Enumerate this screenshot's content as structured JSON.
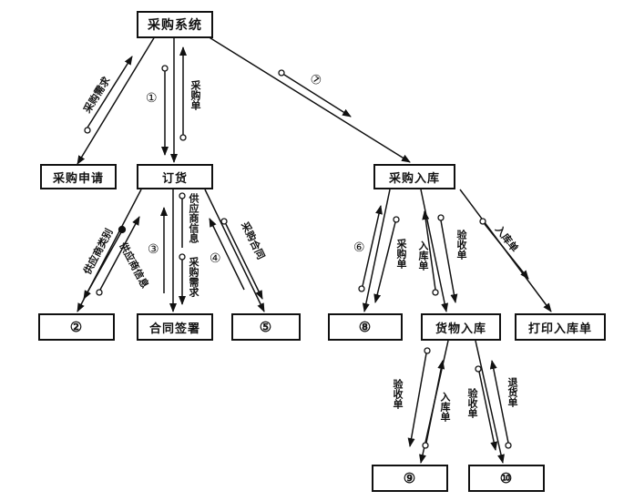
{
  "nodes": {
    "root": "采购系统",
    "purchase_request": "采购申请",
    "ordering": "订货",
    "purchase_storage": "采购入库",
    "node_2": "②",
    "contract_sign": "合同签署",
    "node_5": "⑤",
    "node_8": "⑧",
    "goods_storage": "货物入库",
    "print_receipt": "打印入库单",
    "node_9": "⑨",
    "node_10": "⑩"
  },
  "flows": {
    "purchase_demand": "采购需求",
    "purchase_order": "采购单",
    "num_1": "①",
    "num_7": "⑦",
    "supplier_category": "供应商类别",
    "supplier_info_left": "供应商信息",
    "num_3": "③",
    "supplier_info_mid": "供应商信息",
    "purchase_demand_mid": "采购需求",
    "num_4": "④",
    "purchase_contract": "采购合同",
    "num_6": "⑥",
    "purchase_order_right": "采购单",
    "storage_doc": "入库单",
    "inspection_doc": "验收单",
    "receipt_doc": "入库单",
    "inspection_doc_left": "验收单",
    "storage_doc_bottom": "入库单",
    "inspection_doc_right": "验收单",
    "return_doc": "退货单"
  }
}
